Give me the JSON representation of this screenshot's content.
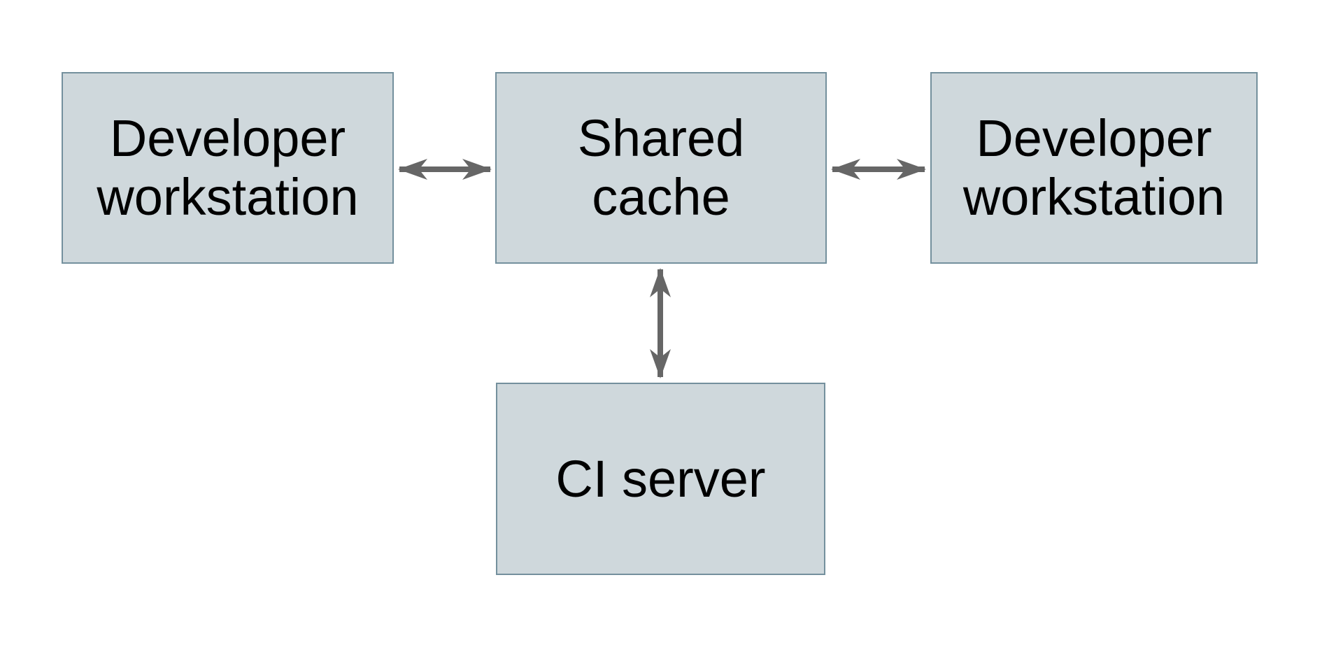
{
  "diagram": {
    "type": "architecture-diagram",
    "colors": {
      "background": "#ffffff",
      "node_fill": "#cfd8dc",
      "node_border": "#74909d",
      "arrow": "#666666",
      "text": "#000000"
    },
    "nodes": {
      "dev_left": {
        "label": "Developer workstation",
        "line1": "Developer",
        "line2": "workstation"
      },
      "cache": {
        "label": "Shared cache",
        "line1": "Shared",
        "line2": "cache"
      },
      "dev_right": {
        "label": "Developer workstation",
        "line1": "Developer",
        "line2": "workstation"
      },
      "ci": {
        "label": "CI server",
        "line1": "CI server"
      }
    },
    "edges": [
      {
        "from": "Developer workstation (left)",
        "to": "Shared cache",
        "direction": "bidirectional"
      },
      {
        "from": "Shared cache",
        "to": "Developer workstation (right)",
        "direction": "bidirectional"
      },
      {
        "from": "Shared cache",
        "to": "CI server",
        "direction": "bidirectional"
      }
    ]
  }
}
